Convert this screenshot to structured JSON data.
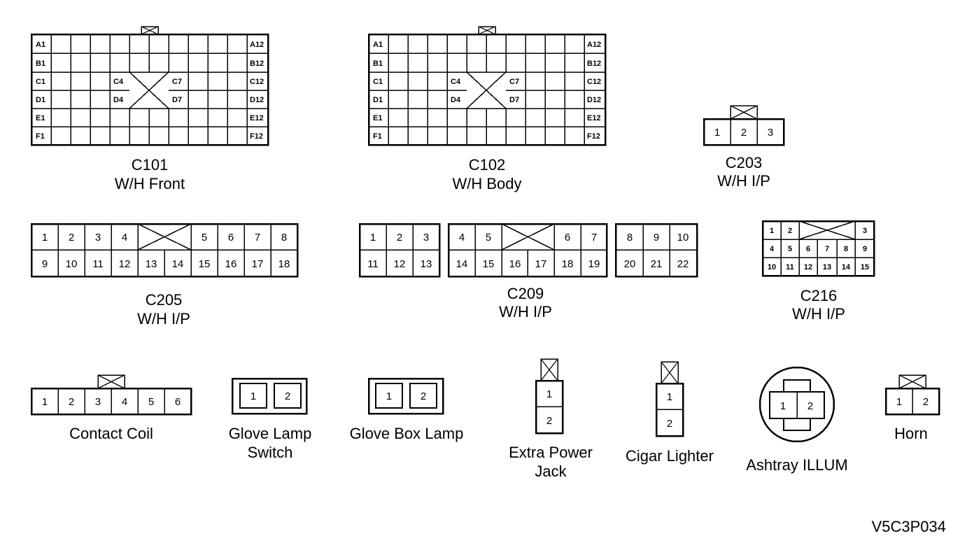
{
  "connectors": {
    "c101": {
      "code": "C101",
      "desc": "W/H Front",
      "labels": {
        "a1": "A1",
        "b1": "B1",
        "c1": "C1",
        "d1": "D1",
        "e1": "E1",
        "f1": "F1",
        "a12": "A12",
        "b12": "B12",
        "c12": "C12",
        "d12": "D12",
        "e12": "E12",
        "f12": "F12",
        "c4": "C4",
        "d4": "D4",
        "c7": "C7",
        "d7": "D7"
      }
    },
    "c102": {
      "code": "C102",
      "desc": "W/H Body",
      "labels": {
        "a1": "A1",
        "b1": "B1",
        "c1": "C1",
        "d1": "D1",
        "e1": "E1",
        "f1": "F1",
        "a12": "A12",
        "b12": "B12",
        "c12": "C12",
        "d12": "D12",
        "e12": "E12",
        "f12": "F12",
        "c4": "C4",
        "d4": "D4",
        "c7": "C7",
        "d7": "D7"
      }
    },
    "c203": {
      "code": "C203",
      "desc": "W/H I/P",
      "pins": [
        "1",
        "2",
        "3"
      ]
    },
    "c205": {
      "code": "C205",
      "desc": "W/H I/P",
      "top": [
        "1",
        "2",
        "3",
        "4",
        "5",
        "6",
        "7",
        "8"
      ],
      "bottom": [
        "9",
        "10",
        "11",
        "12",
        "13",
        "14",
        "15",
        "16",
        "17",
        "18"
      ]
    },
    "c209": {
      "code": "C209",
      "desc": "W/H I/P",
      "p1": [
        "1",
        "2",
        "3"
      ],
      "p2": [
        "4",
        "5",
        "6",
        "7"
      ],
      "p3": [
        "8",
        "9",
        "10"
      ],
      "p4": [
        "11",
        "12",
        "13"
      ],
      "p5": [
        "14",
        "15",
        "16",
        "17",
        "18",
        "19"
      ],
      "p6": [
        "20",
        "21",
        "22"
      ]
    },
    "c216": {
      "code": "C216",
      "desc": "W/H I/P",
      "top": [
        "1",
        "2",
        "3"
      ],
      "mid": [
        "4",
        "5",
        "6",
        "7",
        "8",
        "9"
      ],
      "bottom": [
        "10",
        "11",
        "12",
        "13",
        "14",
        "15"
      ]
    },
    "contact_coil": {
      "name": "Contact Coil",
      "pins": [
        "1",
        "2",
        "3",
        "4",
        "5",
        "6"
      ]
    },
    "glove_lamp_switch": {
      "name1": "Glove Lamp",
      "name2": "Switch",
      "pins": [
        "1",
        "2"
      ]
    },
    "glove_box_lamp": {
      "name": "Glove Box Lamp",
      "pins": [
        "1",
        "2"
      ]
    },
    "extra_power_jack": {
      "name1": "Extra Power",
      "name2": "Jack",
      "pins": [
        "1",
        "2"
      ]
    },
    "cigar_lighter": {
      "name": "Cigar Lighter",
      "pins": [
        "1",
        "2"
      ]
    },
    "ashtray_illum": {
      "name": "Ashtray ILLUM",
      "pins": [
        "1",
        "2"
      ]
    },
    "horn": {
      "name": "Horn",
      "pins": [
        "1",
        "2"
      ]
    }
  },
  "figure_id": "V5C3P034"
}
